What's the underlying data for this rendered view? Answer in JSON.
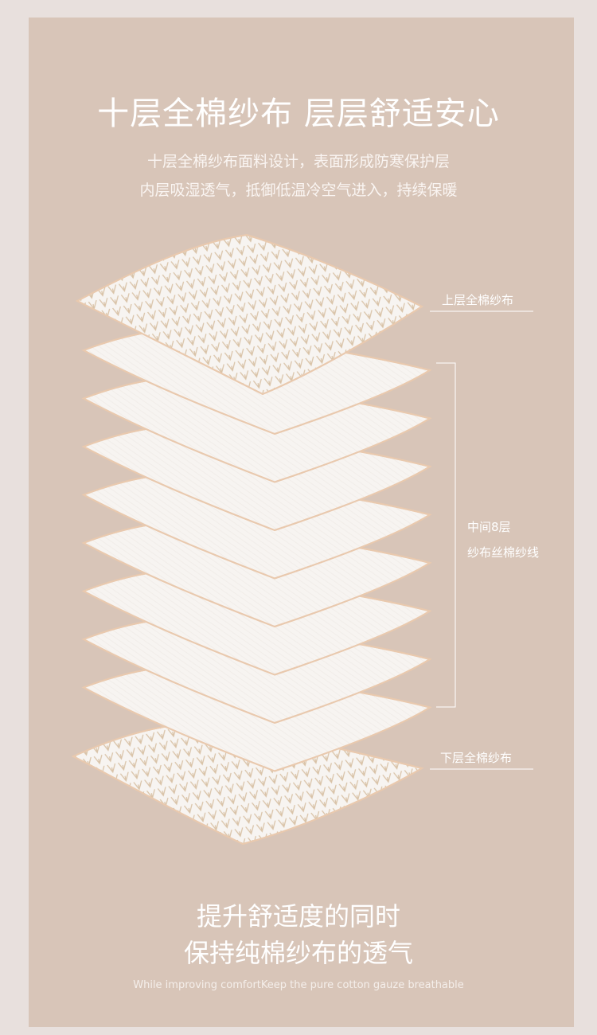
{
  "header": {
    "title": "十层全棉纱布 层层舒适安心",
    "subtitle_line1": "十层全棉纱布面料设计，表面形成防寒保护层",
    "subtitle_line2": "内层吸湿透气，抵御低温冷空气进入，持续保暖"
  },
  "labels": {
    "top_layer": "上层全棉纱布",
    "middle_line1": "中间8层",
    "middle_line2": "纱布丝棉纱线",
    "bottom_layer": "下层全棉纱布"
  },
  "footer": {
    "line1": "提升舒适度的同时",
    "line2": "保持纯棉纱布的透气",
    "english": "While improving comfortKeep the pure cotton gauze breathable"
  },
  "colors": {
    "background": "#e8e0dd",
    "card": "#d8c5b8",
    "layer": "#f7f4f1",
    "edge": "#e9c9ae",
    "pattern": "#d9c3a8"
  }
}
